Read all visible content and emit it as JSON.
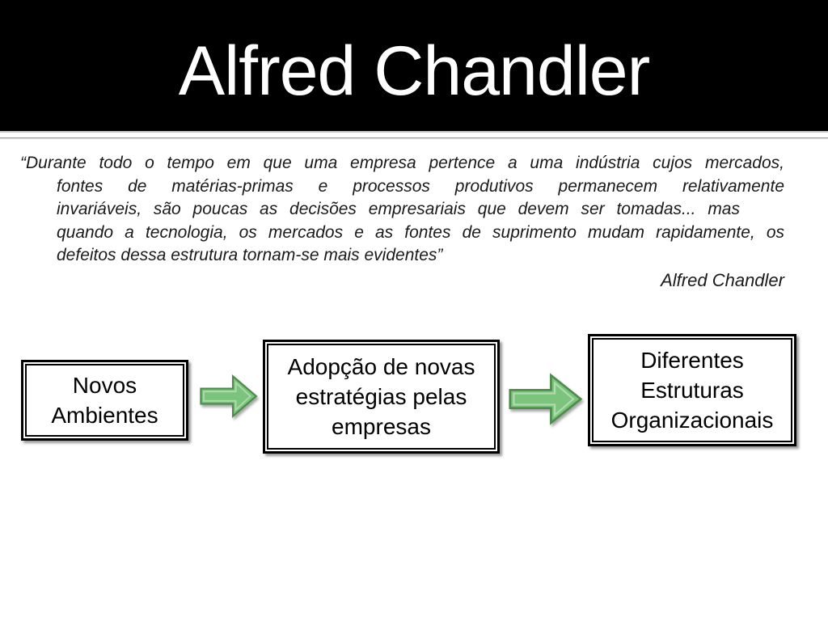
{
  "slide": {
    "title": "Alfred Chandler",
    "quote": {
      "lines": [
        "“Durante todo o tempo em que uma empresa pertence a uma indústria cujos mercados,",
        "fontes de matérias-primas e processos produtivos permanecem relativamente",
        "invariáveis, são poucas as decisões empresariais que devem ser tomadas... mas",
        "quando a tecnologia, os mercados e as fontes de suprimento mudam rapidamente, os",
        "defeitos dessa estrutura tornam-se mais evidentes”"
      ],
      "attribution": "Alfred Chandler"
    },
    "flow": {
      "boxes": [
        {
          "id": "novos-ambientes",
          "label": "Novos\nAmbientes"
        },
        {
          "id": "adopcao-novas-estrategias",
          "label": "Adopção de novas\nestratégias pelas\nempresas"
        },
        {
          "id": "diferentes-estruturas",
          "label": "Diferentes\nEstruturas\nOrganizacionais"
        }
      ],
      "arrows": {
        "fill": "#7CC47D",
        "border": "#4D8C4B",
        "highlight": "#AEDCAC"
      }
    },
    "colors": {
      "title_band_bg": "#000000",
      "title_text": "#FFFFFF",
      "body_text": "#1A1A1A",
      "underline_gray": "#9A9A9A"
    }
  }
}
